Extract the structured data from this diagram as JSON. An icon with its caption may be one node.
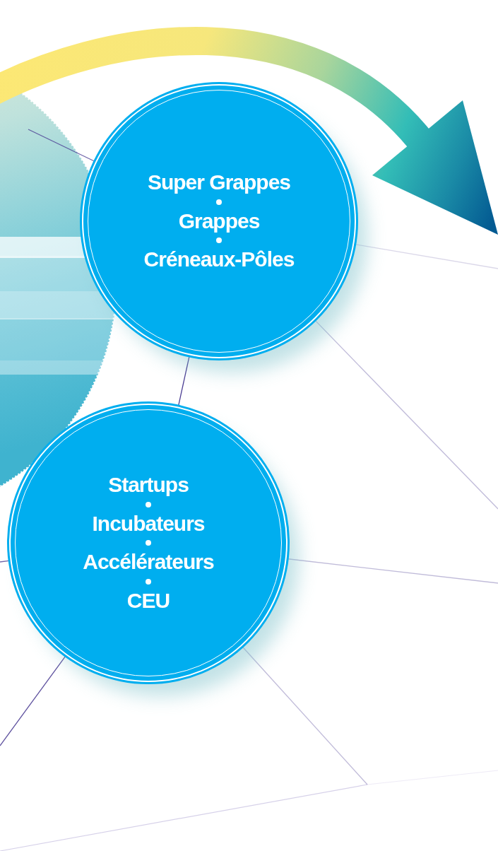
{
  "diagram": {
    "nodes": [
      {
        "text": [
          "Super Grappes",
          "Grappes",
          "Créneaux-Pôles"
        ]
      },
      {
        "text": [
          "Startups",
          "Incubateurs",
          "Accélérateurs",
          "CEU"
        ]
      }
    ],
    "edges": [
      {
        "from": 0,
        "to": 1,
        "arrow": "none"
      },
      {
        "from": null,
        "to": 0,
        "arrow": "none"
      },
      {
        "from": 0,
        "to": null,
        "arrow": "none"
      },
      {
        "from": 0,
        "to": null,
        "arrow": "none"
      },
      {
        "from": 1,
        "to": null,
        "arrow": "none"
      },
      {
        "from": 1,
        "to": null,
        "arrow": "none"
      },
      {
        "from": 1,
        "to": null,
        "arrow": "none"
      },
      {
        "from": null,
        "to": 1,
        "arrow": "none"
      }
    ]
  }
}
